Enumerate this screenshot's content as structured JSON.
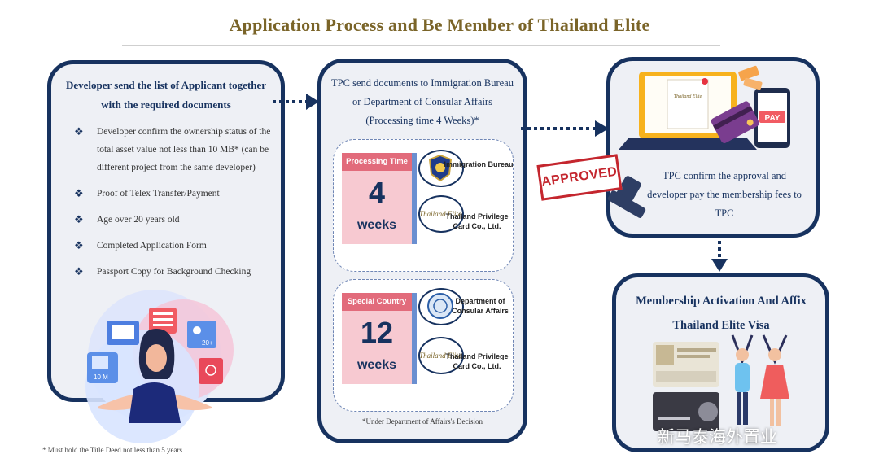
{
  "title": "Application Process and Be Member of Thailand Elite",
  "step1": {
    "heading": "Developer send the list of Applicant together with the required documents",
    "bullets": [
      "Developer confirm the ownership status of the total asset value not less than 10 MB* (can be different project from the same developer)",
      "Proof of Telex Transfer/Payment",
      "Age over 20 years old",
      "Completed Application Form",
      "Passport Copy for Background Checking"
    ],
    "icon_label": "10 M",
    "photo_label": "20+",
    "footnote": "* Must hold the Title Deed not less than 5 years"
  },
  "step2": {
    "heading": "TPC send documents to Immigration Bureau or Department of Consular Affairs (Processing time 4 Weeks)*",
    "routes": [
      {
        "band": "Processing Time",
        "number": "4",
        "unit": "weeks",
        "agency_top": "Immigration Bureau",
        "agency_bottom": "Thailand Privilege Card Co., Ltd.",
        "logo_text": "Thailand Elite"
      },
      {
        "band": "Special Country",
        "number": "12",
        "unit": "weeks",
        "agency_top": "Department of Consular Affairs",
        "agency_bottom": "Thailand Privilege Card Co., Ltd.",
        "logo_text": "Thailand Elite"
      }
    ],
    "note": "*Under Department of Affairs's Decision"
  },
  "step3": {
    "text": "TPC confirm the approval and developer pay the membership fees to TPC",
    "stamp": "APPROVED",
    "pay_label": "PAY",
    "screen_logo": "Thailand Elite"
  },
  "step4": {
    "heading": "Membership Activation And Affix Thailand Elite Visa"
  },
  "watermark": "新马泰海外置业",
  "colors": {
    "panel_border": "#17325f",
    "title_gold": "#7a6428",
    "approved_red": "#c4262e",
    "calendar_pink": "#f7c9d1"
  }
}
